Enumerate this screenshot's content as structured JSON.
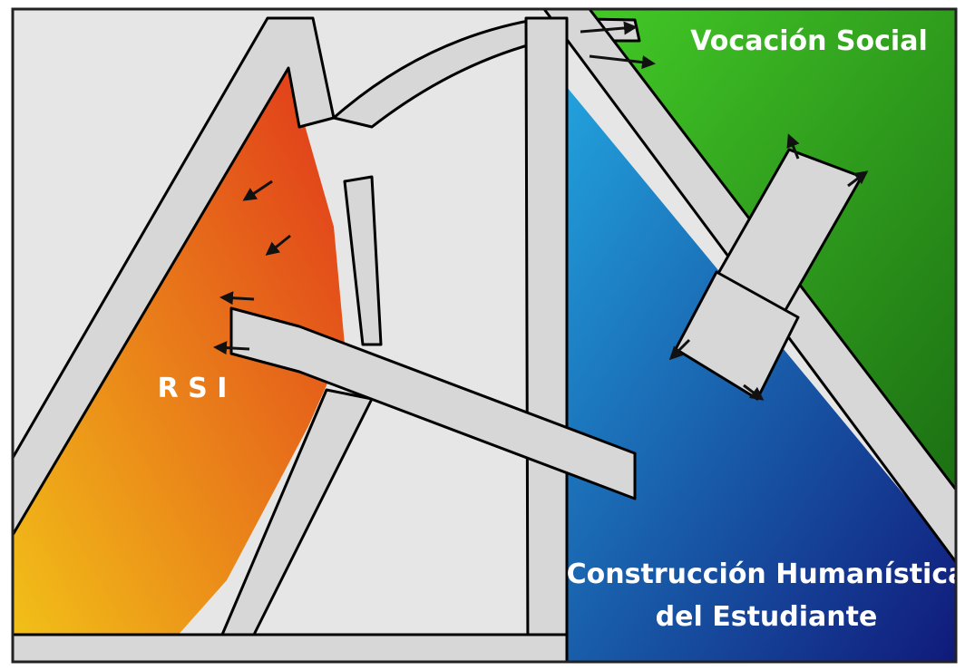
{
  "labels": {
    "top_right": "Vocación Social",
    "left": "R S I",
    "bottom_right_line1": "Construcción Humanística",
    "bottom_right_line2": "del Estudiante"
  },
  "colors": {
    "background": "#e6e6e6",
    "orange_top": "#e0361b",
    "orange_bottom": "#f2c318",
    "green_light": "#45cf28",
    "green_dark": "#1a6b12",
    "blue_light": "#22a3dd",
    "blue_dark": "#101a7a",
    "band_fill": "#d7d7d7",
    "outline": "#000000",
    "label_text": "#ffffff"
  }
}
